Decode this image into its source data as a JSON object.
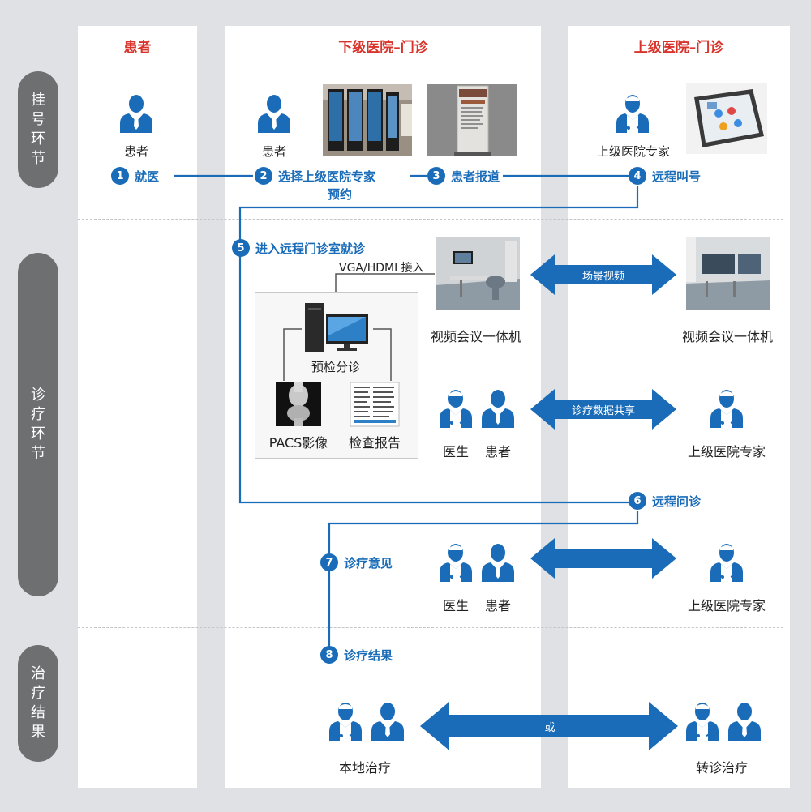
{
  "columns": {
    "patient": "患者",
    "lower": "下级医院–门诊",
    "upper": "上级医院–门诊"
  },
  "phases": {
    "register": "挂号环节",
    "diagnosis": "诊疗环节",
    "result": "治疗结果"
  },
  "labels": {
    "patient_a": "患者",
    "patient_b": "患者",
    "expert_a": "上级医院专家",
    "vc_lower": "视频会议一体机",
    "vc_upper": "视频会议一体机",
    "precheck": "预检分诊",
    "pacs": "PACS影像",
    "report": "检查报告",
    "vga": "VGA/HDMI 接入",
    "doctor_a": "医生",
    "patient_c": "患者",
    "expert_b": "上级医院专家",
    "doctor_b": "医生",
    "patient_d": "患者",
    "expert_c": "上级医院专家",
    "local": "本地治疗",
    "transfer": "转诊治疗"
  },
  "arrows": {
    "scene_video": "场景视频",
    "data_share": "诊疗数据共享",
    "or": "或"
  },
  "steps": [
    {
      "num": "1",
      "text": "就医"
    },
    {
      "num": "2",
      "text": "选择上级医院专家",
      "text2": "预约"
    },
    {
      "num": "3",
      "text": "患者报道"
    },
    {
      "num": "4",
      "text": "远程叫号"
    },
    {
      "num": "5",
      "text": "进入远程门诊室就诊"
    },
    {
      "num": "6",
      "text": "远程问诊"
    },
    {
      "num": "7",
      "text": "诊疗意见"
    },
    {
      "num": "8",
      "text": "诊疗结果"
    }
  ],
  "colors": {
    "blue": "#1a6cb8",
    "red": "#d9342b",
    "phase": "#6e6f71",
    "bg": "#dfe1e4"
  }
}
